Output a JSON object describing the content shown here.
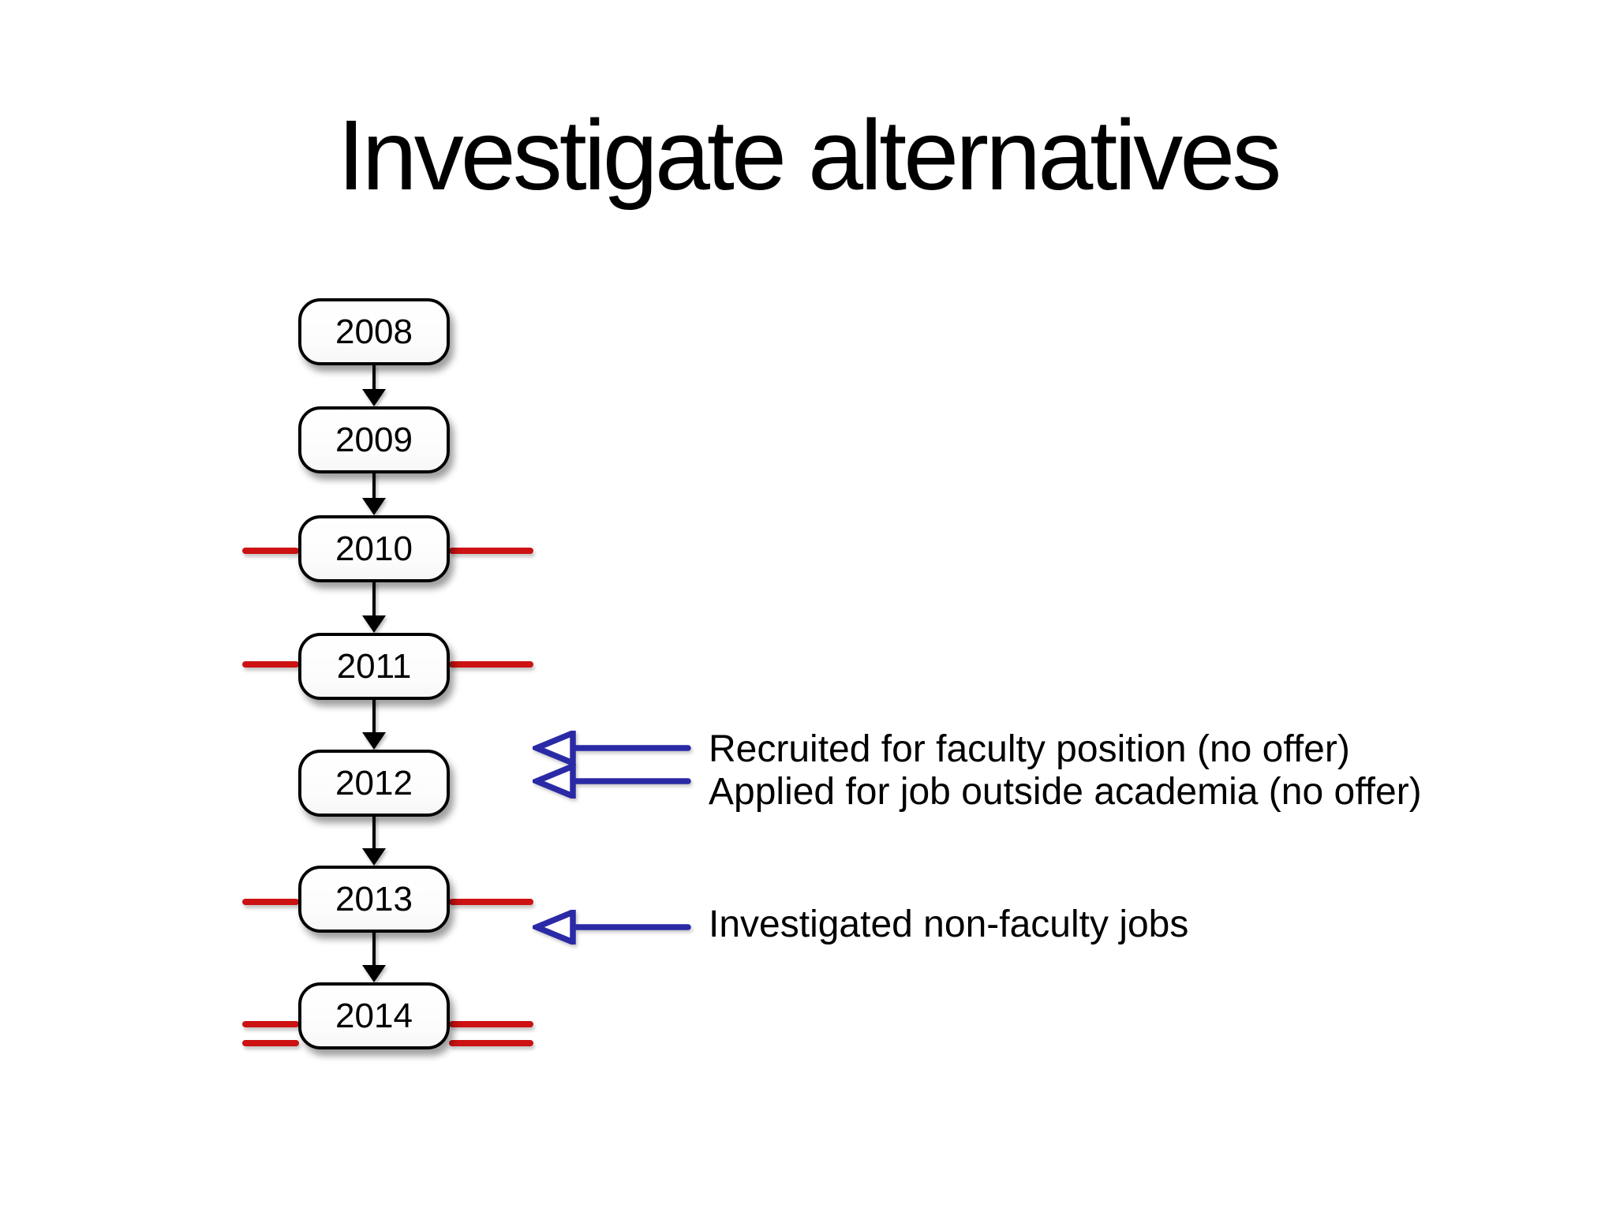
{
  "title": "Investigate alternatives",
  "timeline": {
    "years": [
      {
        "label": "2008",
        "struck_out": false,
        "strike_lines": 0
      },
      {
        "label": "2009",
        "struck_out": false,
        "strike_lines": 0
      },
      {
        "label": "2010",
        "struck_out": true,
        "strike_lines": 1
      },
      {
        "label": "2011",
        "struck_out": true,
        "strike_lines": 1
      },
      {
        "label": "2012",
        "struck_out": false,
        "strike_lines": 0
      },
      {
        "label": "2013",
        "struck_out": true,
        "strike_lines": 1
      },
      {
        "label": "2014",
        "struck_out": true,
        "strike_lines": 2
      }
    ]
  },
  "annotations": [
    {
      "label": "Recruited for faculty position (no offer)",
      "target_year": "2012"
    },
    {
      "label": "Applied for job outside academia (no offer)",
      "target_year": "2012"
    },
    {
      "label": "Investigated non-faculty jobs",
      "target_year": "2013"
    }
  ],
  "colors": {
    "strike_red": "#cc1212",
    "arrow_blue": "#2a2aa6",
    "box_border": "#000000",
    "box_fill": "#ffffff",
    "text": "#000000",
    "background": "#ffffff"
  }
}
